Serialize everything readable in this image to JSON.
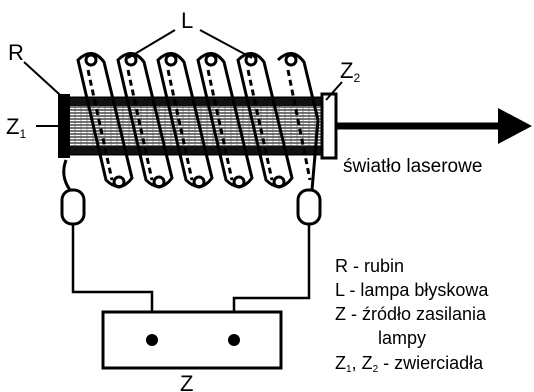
{
  "labels": {
    "L": "L",
    "R": "R",
    "Z1": "Z",
    "Z1_sub": "1",
    "Z2": "Z",
    "Z2_sub": "2",
    "Z": "Z",
    "output": "światło laserowe"
  },
  "legend": {
    "R": "R - rubin",
    "L": "L - lampa błyskowa",
    "Z_line1": "Z - źródło zasilania",
    "Z_line2": "lampy",
    "mirrors_Z1": "Z",
    "mirrors_sub1": "1",
    "mirrors_sep": ", ",
    "mirrors_Z2": "Z",
    "mirrors_sub2": "2",
    "mirrors_rest": " - zwierciadła"
  }
}
